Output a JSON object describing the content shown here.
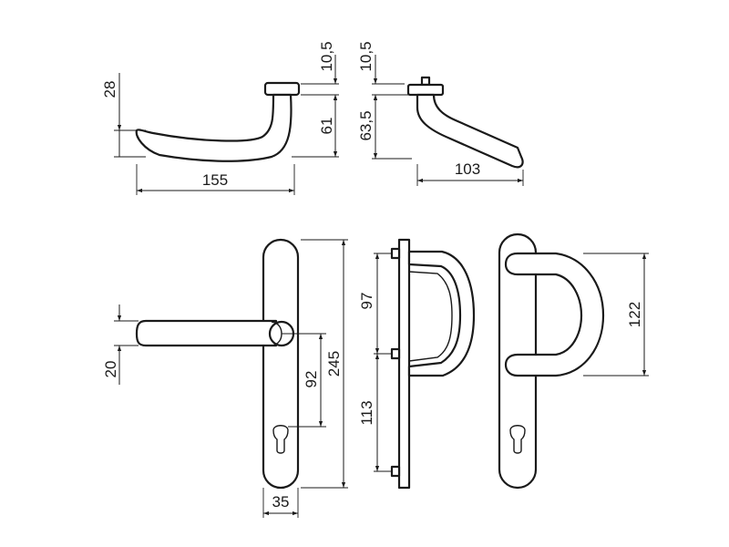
{
  "colors": {
    "line": "#1a1a1a",
    "background": "#ffffff"
  },
  "dimensions": {
    "lever_side_rose_height": "10,5",
    "lever_side_height": "28",
    "lever_side_drop": "61",
    "lever_side_length": "155",
    "lever_top_rose_height": "10,5",
    "lever_top_drop": "63,5",
    "lever_top_length": "103",
    "lever_front_height": "20",
    "plate_handle_to_cylinder": "92",
    "plate_height": "245",
    "plate_width": "35",
    "pull_upper_spacing": "97",
    "pull_lower_spacing": "113",
    "pull_handle_length": "122"
  }
}
